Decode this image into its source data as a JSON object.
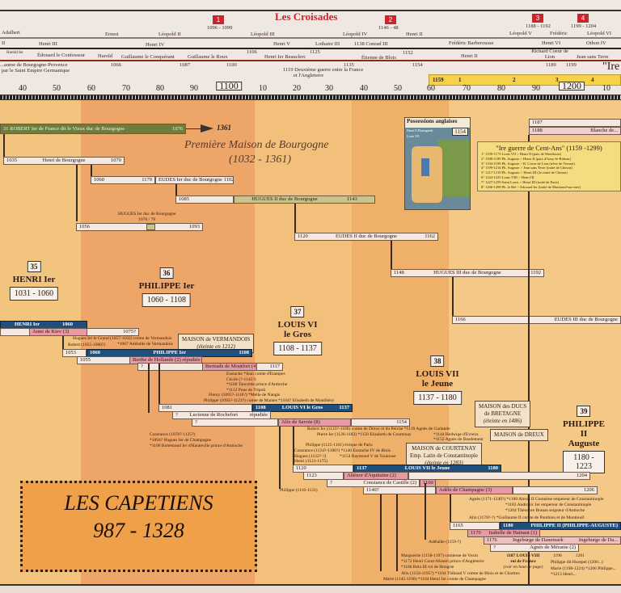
{
  "header": {
    "crusades_title": "Les Croisades",
    "crusades": [
      {
        "num": "1",
        "dates": "1096 - 1099"
      },
      {
        "num": "2",
        "dates": "1146 - 48"
      },
      {
        "num": "3",
        "dates": "1188 - 1192"
      },
      {
        "num": "4",
        "dates": "1199 - 1204"
      }
    ],
    "austria": [
      "Adalbert",
      "Ernest",
      "Léopold II",
      "Léopold III",
      "Léopold IV",
      "Henri II",
      "Léopold V",
      "Frédéric",
      "Léopold VI"
    ],
    "empire": [
      "II",
      "Henri III",
      "Henri IV",
      "Henri V",
      "Lothaire III",
      "1138  Conrad III",
      "Frédéric Barberousse",
      "Henri VI",
      "Othon IV"
    ],
    "empire_years": [
      "1106",
      "1125",
      "1152"
    ],
    "england": [
      "Harold Ier",
      "Édouard le Confesseur",
      "Harold",
      "Guillaume le Conquérant",
      "Guillaume le Roux",
      "Henri Ier Beauclerc",
      "Étienne de Blois",
      "Henri II",
      "Richard Coeur de Lion",
      "Jean sans Terre"
    ],
    "england_years": [
      "1066",
      "1087",
      "1100",
      "1135",
      "1154",
      "1189",
      "1199"
    ],
    "left_note": [
      "...aume de Bourgogne-Provence",
      "par le Saint Empire Germanique"
    ],
    "war_note": [
      "1119 Deuxième guerre entre la France",
      "et l'Angleterre"
    ],
    "hundred_years_band": [
      "1159",
      "1",
      "2",
      "3",
      "4"
    ],
    "hundred_years_stub": "\"Ire"
  },
  "ticks": [
    "40",
    "50",
    "60",
    "70",
    "80",
    "90",
    "1100",
    "10",
    "20",
    "30",
    "40",
    "50",
    "60",
    "70",
    "80",
    "90",
    "1200",
    "10"
  ],
  "burgundy": {
    "title": "Première Maison de Bourgogne",
    "dates": "(1032 - 1361)",
    "end_year": "1361",
    "robert": {
      "label": "31 ROBERT Ier de France dit le Vieux duc de Bourgogne",
      "end": "1076"
    },
    "henri": {
      "start": "1035",
      "label": "Henri de Bourgogne",
      "end": "1070"
    },
    "eudes1": {
      "start": "1060",
      "mid": "1179",
      "label": "EUDES Ier duc de Bourgogne 1102"
    },
    "hugues1_note": [
      "HUGUES Ier duc de Bourgogne",
      "1076 / 79"
    ],
    "hugues1": {
      "start": "1056",
      "end": "1093"
    },
    "hugues2": {
      "start": "1085",
      "label": "HUGUES II duc de Bourgogne",
      "end": "1143"
    },
    "eudes2": {
      "start": "1120",
      "label": "EUDES II duc de Bourgogne",
      "end": "1162"
    },
    "hugues3": {
      "start": "1148",
      "label": "HUGUES III duc de Bourgogne",
      "end": "1192"
    },
    "eudes3": {
      "start": "1166",
      "label": "EUDES III duc de Bourgogne"
    },
    "blanche": {
      "start": "1187",
      "second": "1188",
      "label": "Blanche de..."
    }
  },
  "map": {
    "title": "Possessions anglaises",
    "year": "1154",
    "legend": [
      "Henri II Plantagenêt",
      "Louis VII"
    ]
  },
  "cent_ans": {
    "title": "\"Ire guerre de Cent-Ans\" (1159 -1299)",
    "lines": [
      "1° 1159-1173 Louis VII  > Henri II (paix de Montlouis)",
      "2° 1188-1189 Ph. Auguste > Henri II (paix d'Azay-le-Rideau)",
      "3° 1194-1199 Ph. Auguste > R. Coeur de Lion (trêve de Vernon)",
      "4° 1199-1214 Ph. Auguste > Jean sans Terre (traité de Chinon)",
      "5° 1217-1219 Ph. Auguste > Henri III (2e traité de Chinon)",
      "6° 1224-1225 Louis VIII > Henri III",
      "7° 1227-1259 Saint Louis > Henri III (traité de Paris)",
      "8° 1266-1298 Ph. le Bel  > Edouard Ier (traité de Montreuil-sur-mer)"
    ]
  },
  "kings": [
    {
      "num": "35",
      "name": "HENRI Ier",
      "sub": "",
      "reign": "1031 - 1060"
    },
    {
      "num": "36",
      "name": "PHILIPPE Ier",
      "sub": "",
      "reign": "1060 - 1108"
    },
    {
      "num": "37",
      "name": "LOUIS VI",
      "sub": "le Gros",
      "reign": "1108 - 1137"
    },
    {
      "num": "38",
      "name": "LOUIS VII",
      "sub": "le Jeune",
      "reign": "1137 - 1180"
    },
    {
      "num": "39",
      "name": "PHILIPPE II",
      "sub": "Auguste",
      "reign": "1180 - 1223"
    }
  ],
  "bars": {
    "henri1": {
      "label": "HENRI Ier",
      "end": "1060"
    },
    "anne": {
      "label": "Anne de Kiev (3)",
      "end": "1075?"
    },
    "philippe1": {
      "start": "1053",
      "s2": "1060",
      "label": "PHILIPPE Ier",
      "end": "1108"
    },
    "berthe": {
      "start": "1055",
      "label": "Berthe de Hollande (2) répudiée"
    },
    "bertrade": {
      "start": "?",
      "label": "Bertrade de Montfort (4)",
      "end": "1117"
    },
    "louis6": {
      "start": "1081",
      "s2": "1108",
      "label": "LOUIS VI le Gros",
      "end": "1137"
    },
    "lucienne": {
      "start": "?",
      "label": "Lucienne de Rochefort",
      "tag": "répudiée"
    },
    "alix": {
      "start": "?",
      "label": "Alix de Savoie (8)",
      "end": "1154"
    },
    "louis7": {
      "start": "1120",
      "s2": "1137",
      "label": "LOUIS VII le Jeune",
      "end": "1180"
    },
    "alienor": {
      "start": "1123",
      "label": "Aliénor d'Aquitaine (2)",
      "end": "1204"
    },
    "constance": {
      "start": "?",
      "label": "Constance de Castille (2)",
      "end": "1160"
    },
    "adele": {
      "start": "1140?",
      "label": "Adèle de Champagne (3)",
      "end": "1206"
    },
    "philippe2": {
      "start": "1165",
      "s2": "1180",
      "label": "PHILIPPE II (PHILIPPE-AUGUSTE)"
    },
    "isabelle": {
      "start": "1170",
      "label": "Isabelle de Hainaut (1)"
    },
    "ingeburge": {
      "start": "1176",
      "label": "Ingeburge de Danemark",
      "label2": "Ingeburge de Da..."
    },
    "agnes": {
      "start": "?",
      "label": "Agnès de Méranie (2)"
    }
  },
  "boxes": {
    "vermandois": [
      "MAISON de VERMANDOIS",
      "(éteinte en 1212)"
    ],
    "bretagne": [
      "MAISON des DUCS",
      "de BRETAGNE",
      "(éteinte en 1486)"
    ],
    "dreux": "MAISON de DREUX",
    "courtenay": [
      "MAISON de COURTENAY",
      "Emp. Latin de Constantinople",
      "(éteinte en 1283)"
    ]
  },
  "notes": {
    "hugues": [
      "Hugues Ier le Grand (1057-1102) comte de Vermandois",
      "*1067 Adélaïde de Vermandois"
    ],
    "robert": "Robert (1055-1060?)",
    "montfort_children": [
      "Eustache *Jean comte d'Etampes",
      "Cécile (?-1145?)",
      "*1106 Tancrède prince d'Antioche",
      "*1112 Pons de Tripoli",
      "Fleury (1095?-1118?) *Melle de Nangis",
      "Philippe (1093?-1123?) comte de Mantes *1104? Elisabeth de Montlhéry"
    ],
    "constance1": [
      "Constance (1078?-1125?)",
      "*1094? Hugues Ier de Champagne",
      "*1106 Bohémond Ier d'Hauteville prince d'Antioche"
    ],
    "louis6_children": [
      "Robert Ier (1123?-1188) comte de Dreux et du Perche *1139 Agnès de Garlande",
      "*1144 Hedwige d'Evreux",
      "*1152 Agnès de Baudement",
      "Pierre Ier (1126-1183) *1150 Elisabeth de Courtenay",
      "Philippe (1125-1161) évêque de Paris",
      "Constance (1124?-1180?) *1140 Eustache IV de Blois",
      "*1154 Raymond V de Toulouse",
      "Hugues (1122?-?)",
      "Henri (1121-1175)"
    ],
    "philippe_1116": "Philippe (1116-1131)",
    "agnes": [
      "Agnès (1171-1240?) *1180 Alexis II Comnène empereur de Constantinople",
      "*1183 Andronic Ier empereur de Constantinople",
      "*1204 Théodore Branas seigneur d'Antioche"
    ],
    "alix2": "Alix (1170?-?) *Guillaume II comte de Ponthieu et de Montreuil",
    "adelaide": "Adélaïde (1159-?)",
    "marguerite": [
      "Marguerite (1158-1197) comtesse de Vexin",
      "*1172 Henri Court-Mantel prince d'Angleterre",
      "*1186 Bela III roi de Hongrie"
    ],
    "alix_marie": [
      "Alix (1150-1195?) *1164 Thibaud V comte de Blois et de Chartres",
      "Marie (1145-1198) *1164 Henri Ier comte de Champagne"
    ],
    "louis8": [
      "1187 LOUIS VIII",
      "roi de France",
      "(voir en haut de page)"
    ],
    "y1196": "1196",
    "y1201": "1201",
    "philippe_hurepel": "Philippe dit Hurepel (1200...)",
    "marie_1198": [
      "Marie (1198-1224) *1206 Philippe...",
      "*1213 Henri..."
    ]
  },
  "title": {
    "line1": "LES CAPETIENS",
    "line2": "987 - 1328"
  },
  "colors": {
    "crusade": "#c8262c",
    "king_bar": "#1f4f7c",
    "queen_bar": "#e79aa4",
    "duke_bar": "#c9c48a",
    "robert_bar": "#6f7d3c"
  }
}
